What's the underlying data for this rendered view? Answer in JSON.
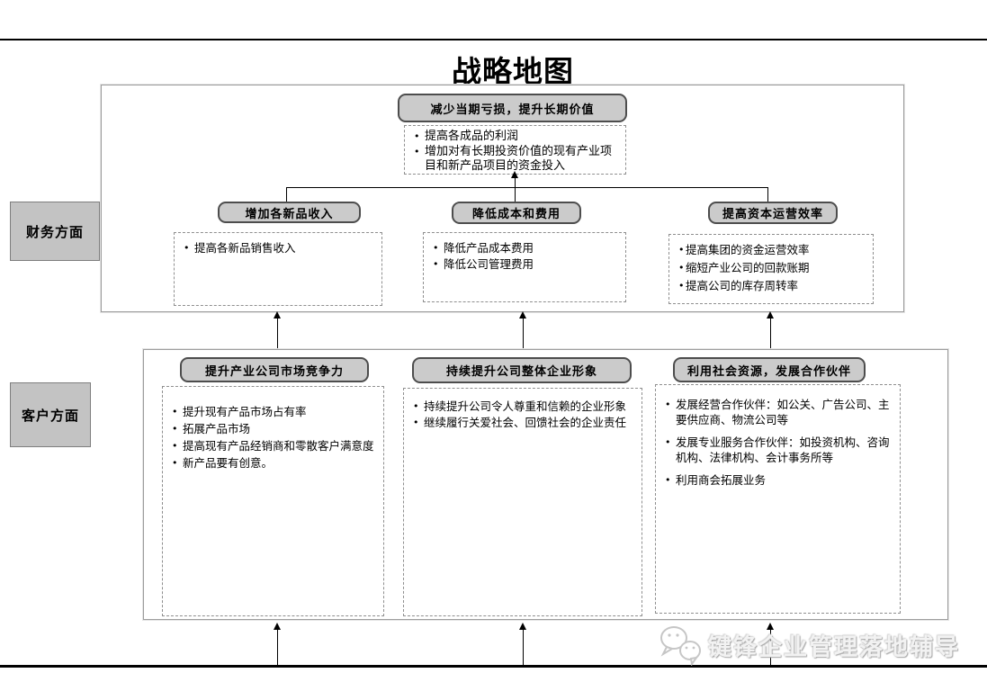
{
  "page_title": "战略地图",
  "financial": {
    "label": "财务方面",
    "goal": {
      "header": "减少当期亏损，提升长期价值",
      "bullets": [
        "提高各成品的利润",
        "增加对有长期投资价值的现有产业项目和新产品项目的资金投入"
      ]
    },
    "columns": [
      {
        "header": "增加各新品收入",
        "bullets": [
          "提高各新品销售收入"
        ]
      },
      {
        "header": "降低成本和费用",
        "bullets": [
          "降低产品成本费用",
          "降低公司管理费用"
        ]
      },
      {
        "header": "提高资本运营效率",
        "bullets": [
          "提高集团的资金运营效率",
          "缩短产业公司的回款账期",
          "提高公司的库存周转率"
        ]
      }
    ]
  },
  "customer": {
    "label": "客户方面",
    "columns": [
      {
        "header": "提升产业公司市场竞争力",
        "bullets": [
          "提升现有产品市场占有率",
          "拓展产品市场",
          "提高现有产品经销商和零散客户满意度",
          "新产品要有创意。"
        ]
      },
      {
        "header": "持续提升公司整体企业形象",
        "bullets": [
          "持续提升公司令人尊重和信赖的企业形象",
          "继续履行关爱社会、回馈社会的企业责任"
        ]
      },
      {
        "header": "利用社会资源，发展合作伙伴",
        "bullets": [
          "发展经营合作伙伴：如公关、广告公司、主要供应商、物流公司等",
          "发展专业服务合作伙伴：如投资机构、咨询机构、法律机构、会计事务所等",
          "利用商会拓展业务"
        ]
      }
    ]
  },
  "watermark": {
    "text": "键锋企业管理落地辅导",
    "icon": "wechat-icon"
  },
  "colors": {
    "box_fill": "#cbcbcb",
    "label_fill": "#c3c3c3",
    "box_border": "#4d4d4d",
    "panel_border": "#9d9d9d",
    "dashed_border": "#8f8f8f",
    "line": "#000000",
    "watermark": "#f2f2f2"
  }
}
